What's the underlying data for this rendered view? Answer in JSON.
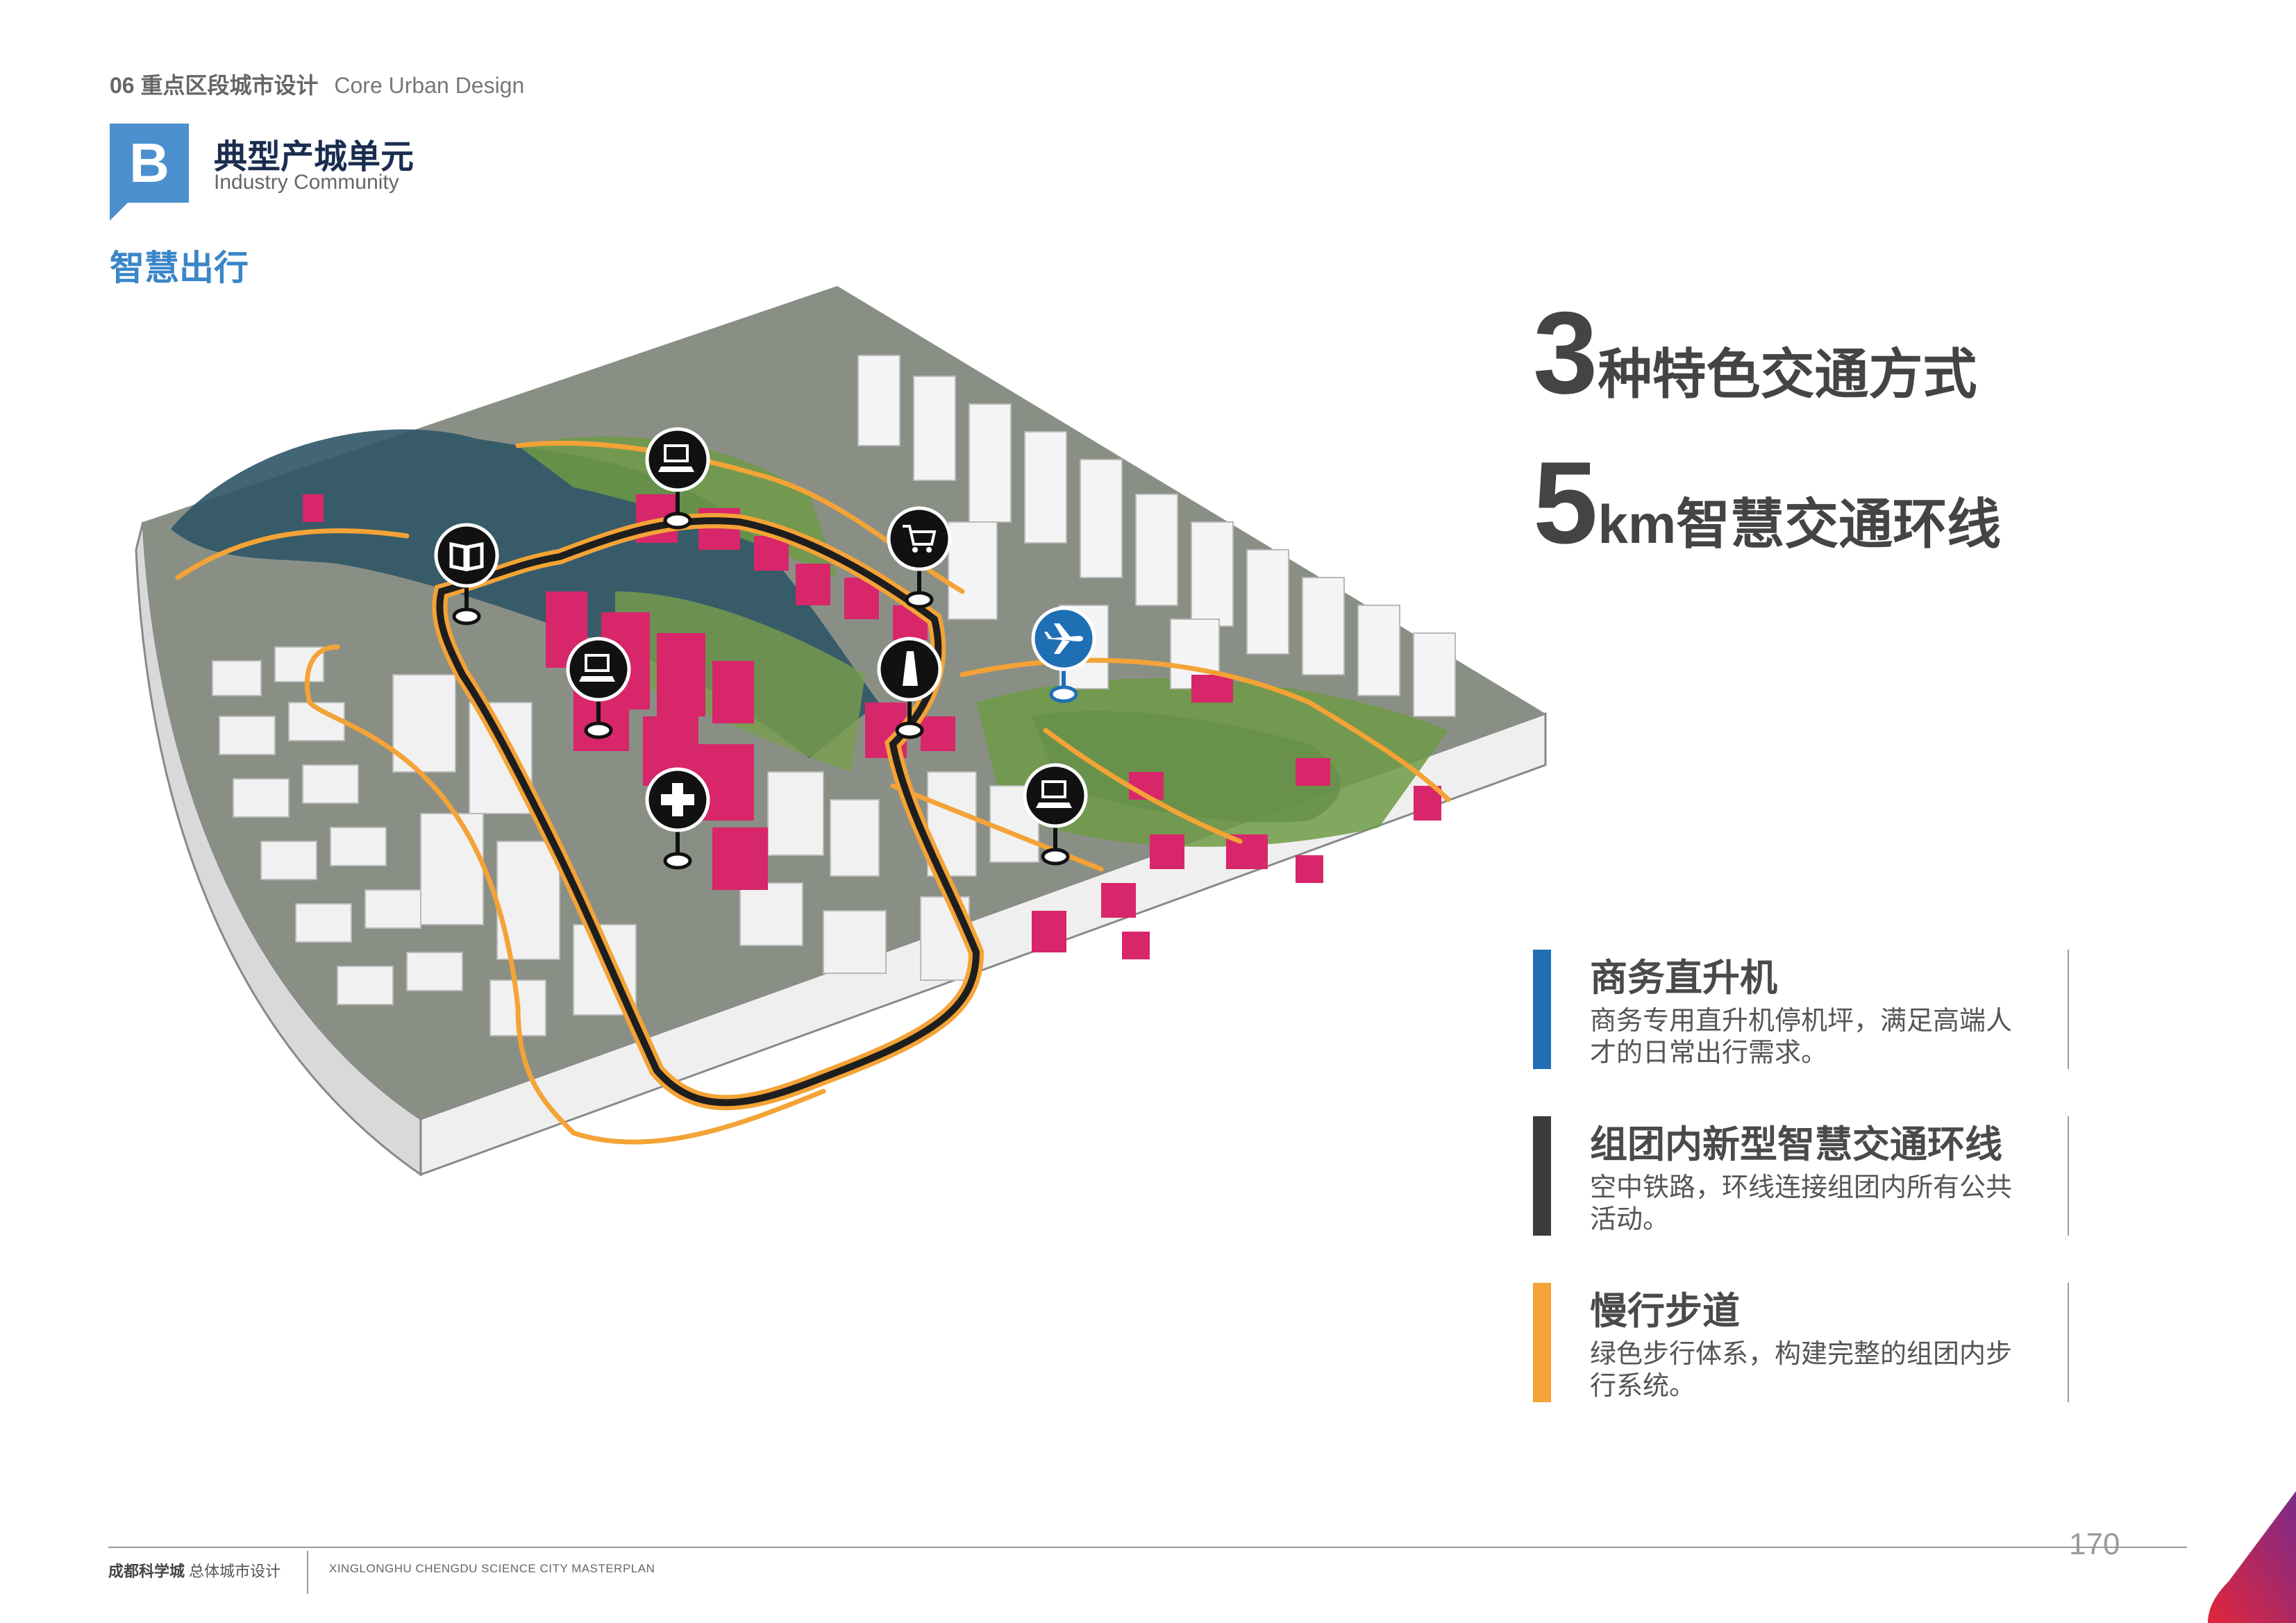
{
  "header": {
    "section_number": "06",
    "section_cn": "重点区段城市设计",
    "section_en": "Core Urban Design",
    "badge_letter": "B",
    "unit_title": "典型产城单元",
    "unit_subtitle": "Industry Community",
    "section_heading": "智慧出行"
  },
  "stats": [
    {
      "number": "3",
      "text": "种特色交通方式"
    },
    {
      "number": "5",
      "text": "km智慧交通环线"
    }
  ],
  "legend": [
    {
      "title": "商务直升机",
      "desc": "商务专用直升机停机坪，满足高端人才的日常出行需求。",
      "color": "#1f6fb5"
    },
    {
      "title": "组团内新型智慧交通环线",
      "desc": "空中铁路，环线连接组团内所有公共活动。",
      "color": "#3b3b3b"
    },
    {
      "title": "慢行步道",
      "desc": "绿色步行体系，构建完整的组团内步行系统。",
      "color": "#f4a336"
    }
  ],
  "map_markers": [
    {
      "name": "library-icon"
    },
    {
      "name": "computer-icon"
    },
    {
      "name": "shopping-cart-icon"
    },
    {
      "name": "computer-icon"
    },
    {
      "name": "sculpture-icon"
    },
    {
      "name": "airplane-icon"
    },
    {
      "name": "hospital-cross-icon"
    },
    {
      "name": "computer-icon"
    }
  ],
  "colors": {
    "accent_blue": "#4b8fce",
    "heading_blue": "#3a86c8",
    "building_pink": "#d8266a",
    "loop_black": "#1e1e1e",
    "path_orange": "#f4a336",
    "water": "#2d5566",
    "green": "#6f9a45"
  },
  "footer": {
    "cn_bold": "成都科学城",
    "cn_normal": "总体城市设计",
    "en": "XINGLONGHU CHENGDU SCIENCE CITY MASTERPLAN",
    "page_number": "170"
  }
}
